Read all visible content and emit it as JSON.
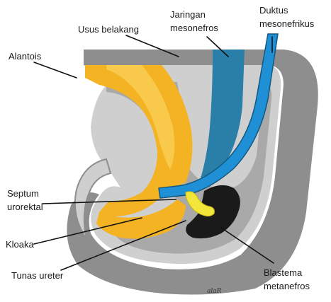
{
  "labels": {
    "usus_belakang": "Usus belakang",
    "jaringan_line1": "Jaringan",
    "jaringan_line2": "mesonefros",
    "duktus_line1": "Duktus",
    "duktus_line2": "mesonefrikus",
    "alantois": "Alantois",
    "septum_line1": "Septum",
    "septum_line2": "urorektal",
    "kloaka": "Kloaka",
    "tunas_ureter": "Tunas ureter",
    "blastema_line1": "Blastema",
    "blastema_line2": "metanefros",
    "signature": "alaR"
  },
  "colors": {
    "outer_gray": "#8e8e8e",
    "light_gray": "#cfcfcf",
    "mid_gray": "#a9a9a9",
    "gut_orange": "#f3b323",
    "gut_highlight": "#f8c94a",
    "duct_blue": "#1f8fd6",
    "duct_dark": "#14587f",
    "mesonephros_blue": "#2a7fa8",
    "ureter_yellow": "#f2e63a",
    "blastema_black": "#1a1a1a"
  }
}
